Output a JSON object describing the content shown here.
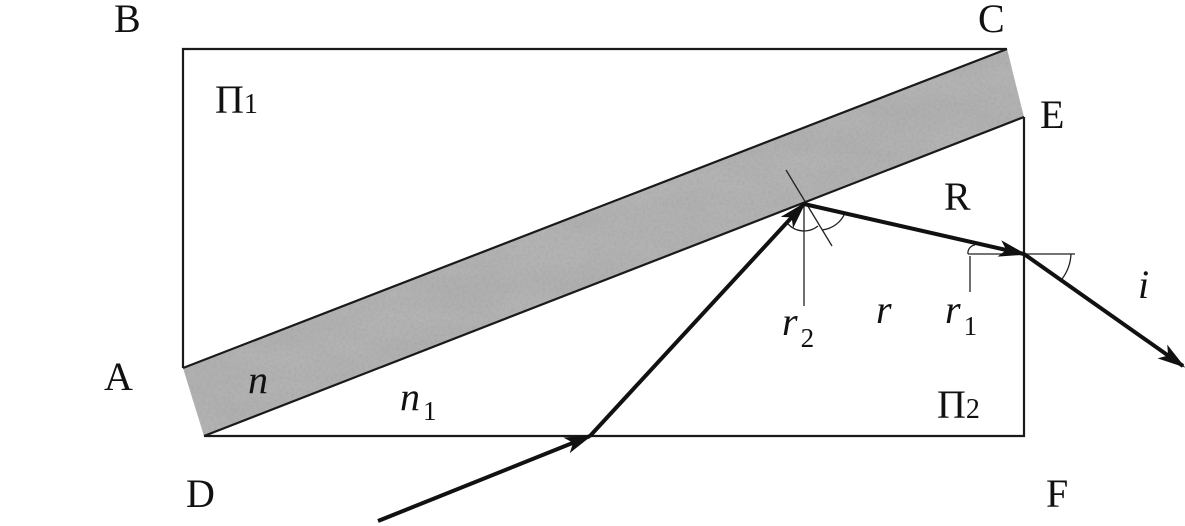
{
  "labels": {
    "B": "B",
    "C": "C",
    "E": "E",
    "A": "A",
    "D": "D",
    "F": "F",
    "R": "R",
    "prism1_main": "Π",
    "prism1_sub": "1",
    "prism2_main": "Π",
    "prism2_sub": "2",
    "n": "n",
    "n1_main": "n",
    "n1_sub": "1",
    "r": "r",
    "r1_main": "r",
    "r1_sub": "1",
    "r2_main": "r",
    "r2_sub": "2",
    "i": "i"
  },
  "colors": {
    "line": "#1a1a1a",
    "layer_dark": "#6e6e6e",
    "layer_light": "#d8d8d8",
    "background": "#ffffff"
  }
}
